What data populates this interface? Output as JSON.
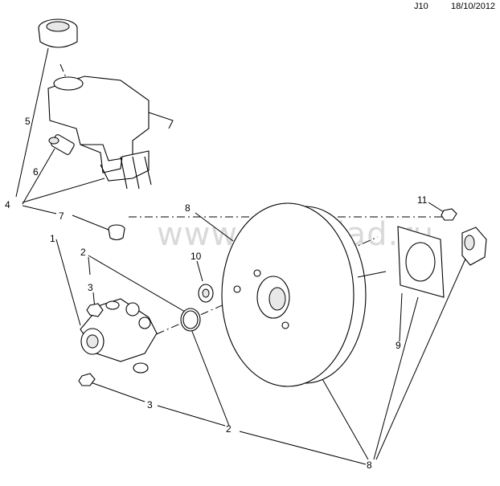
{
  "header": {
    "code": "J10",
    "date": "18/10/2012"
  },
  "watermark": "www.gmsklad.ru",
  "callouts": [
    "1",
    "2",
    "2",
    "3",
    "3",
    "4",
    "5",
    "6",
    "7",
    "8",
    "8",
    "9",
    "10",
    "11"
  ],
  "colors": {
    "line": "#000000",
    "watermark": "#d9d9d9",
    "background": "#ffffff"
  }
}
